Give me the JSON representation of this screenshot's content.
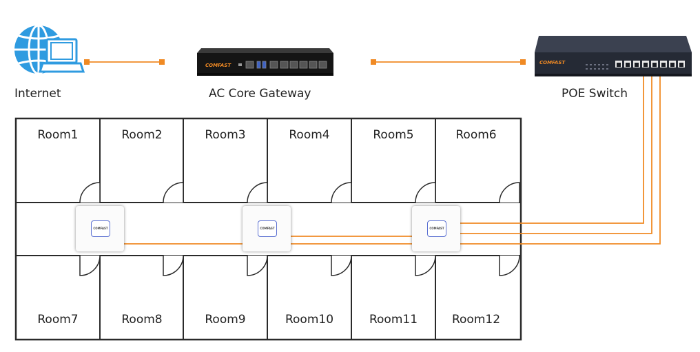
{
  "top_devices": {
    "internet_label": "Internet",
    "gateway_label": "AC Core Gateway",
    "switch_label": "POE Switch",
    "gateway_brand": "COMFAST",
    "switch_brand": "COMFAST"
  },
  "rooms_top": [
    "Room1",
    "Room2",
    "Room3",
    "Room4",
    "Room5",
    "Room6"
  ],
  "rooms_bottom": [
    "Room7",
    "Room8",
    "Room9",
    "Room10",
    "Room11",
    "Room12"
  ],
  "access_points": [
    {
      "brand": "COMFAST"
    },
    {
      "brand": "COMFAST"
    },
    {
      "brand": "COMFAST"
    }
  ],
  "colors": {
    "cable": "#f08a24",
    "wall": "#2a2a2a",
    "globe": "#2f9be0",
    "device": "#1b1b1b",
    "switch": "#2a2f3a",
    "ap_logo_border": "#5a6fd1"
  }
}
